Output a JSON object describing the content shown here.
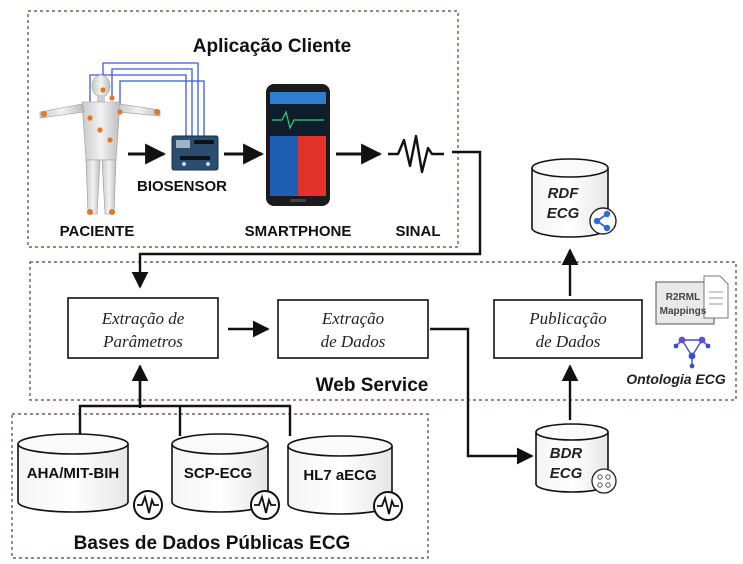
{
  "sections": {
    "client_title": "Aplicação Cliente",
    "web_service_title": "Web Service",
    "databases_title": "Bases de Dados Públicas ECG"
  },
  "client": {
    "patient_label": "PACIENTE",
    "biosensor_label": "BIOSENSOR",
    "smartphone_label": "SMARTPHONE",
    "signal_label": "SINAL"
  },
  "web_service": {
    "param_extraction": [
      "Extração de",
      "Parâmetros"
    ],
    "data_extraction": [
      "Extração",
      "de Dados"
    ],
    "data_publication": [
      "Publicação",
      "de Dados"
    ],
    "r2rml": [
      "R2RML",
      "Mappings"
    ],
    "ontology": "Ontologia ECG"
  },
  "stores": {
    "rdf": [
      "RDF",
      "ECG"
    ],
    "bdr": [
      "BDR",
      "ECG"
    ]
  },
  "databases": [
    "AHA/MIT-BIH",
    "SCP-ECG",
    "HL7 aECG"
  ],
  "colors": {
    "line": "#111111",
    "dashed_border": "#6b3a2a",
    "phone_blue": "#1e5fb4",
    "phone_red": "#e3322b",
    "node_blue": "#2f6bd8",
    "ontology_blue": "#3a4fc8",
    "electrode": "#e07a2a",
    "lead_wire": "#3b5bd6"
  }
}
